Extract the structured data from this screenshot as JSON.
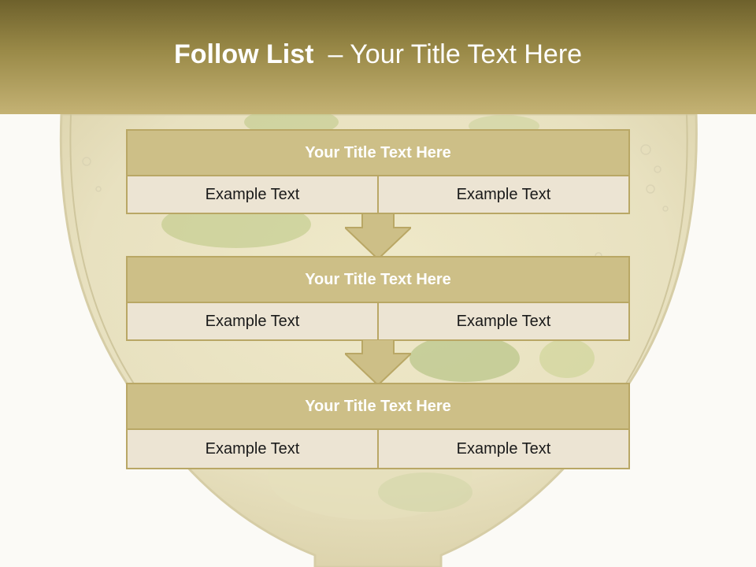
{
  "header": {
    "title_bold": "Follow List",
    "title_rest": "– Your Title Text Here"
  },
  "steps": [
    {
      "title": "Your Title Text Here",
      "left": "Example Text",
      "right": "Example Text"
    },
    {
      "title": "Your Title Text Here",
      "left": "Example Text",
      "right": "Example Text"
    },
    {
      "title": "Your Title Text Here",
      "left": "Example Text",
      "right": "Example Text"
    }
  ],
  "colors": {
    "header_dark": "#6e612c",
    "header_light": "#c4b274",
    "box_title_bg": "#cdbf87",
    "box_cell_bg": "#ece4d3",
    "border": "#b9a765",
    "background": "#fbfaf6"
  }
}
